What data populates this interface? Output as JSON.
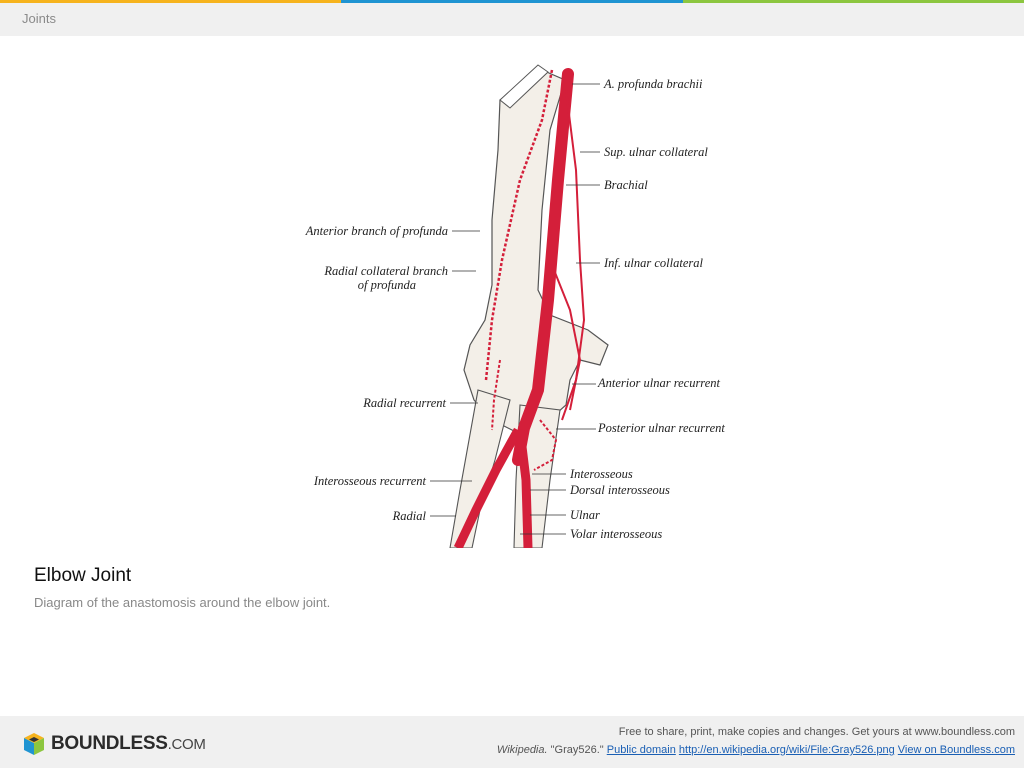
{
  "colors": {
    "bar1": "#f6b31d",
    "bar2": "#1f94d2",
    "bar3": "#8cc63f",
    "artery": "#d41f3a",
    "header_bg": "#f0f0f0"
  },
  "header": {
    "title": "Joints"
  },
  "figure": {
    "labels_right": [
      "A. profunda brachii",
      "Sup. ulnar collateral",
      "Brachial",
      "Inf. ulnar collateral",
      "Anterior ulnar recurrent",
      "Posterior ulnar recurrent",
      "Interosseous",
      "Dorsal interosseous",
      "Ulnar",
      "Volar interosseous"
    ],
    "labels_left": [
      "Anterior branch of profunda",
      "Radial collateral branch",
      "of profunda",
      "Radial recurrent",
      "Interosseous recurrent",
      "Radial"
    ]
  },
  "caption": {
    "title": "Elbow Joint",
    "text": "Diagram of the anastomosis around the elbow joint."
  },
  "footer": {
    "logo_word": "BOUNDLESS",
    "logo_suffix": ".COM",
    "free_text": "Free to share, print, make copies and changes. Get yours at www.boundless.com",
    "source_italic": "Wikipedia.",
    "source_title": " \"Gray526.\" ",
    "license_link": "Public domain",
    "url_link": "http://en.wikipedia.org/wiki/File:Gray526.png",
    "view_link": "View on Boundless.com"
  }
}
